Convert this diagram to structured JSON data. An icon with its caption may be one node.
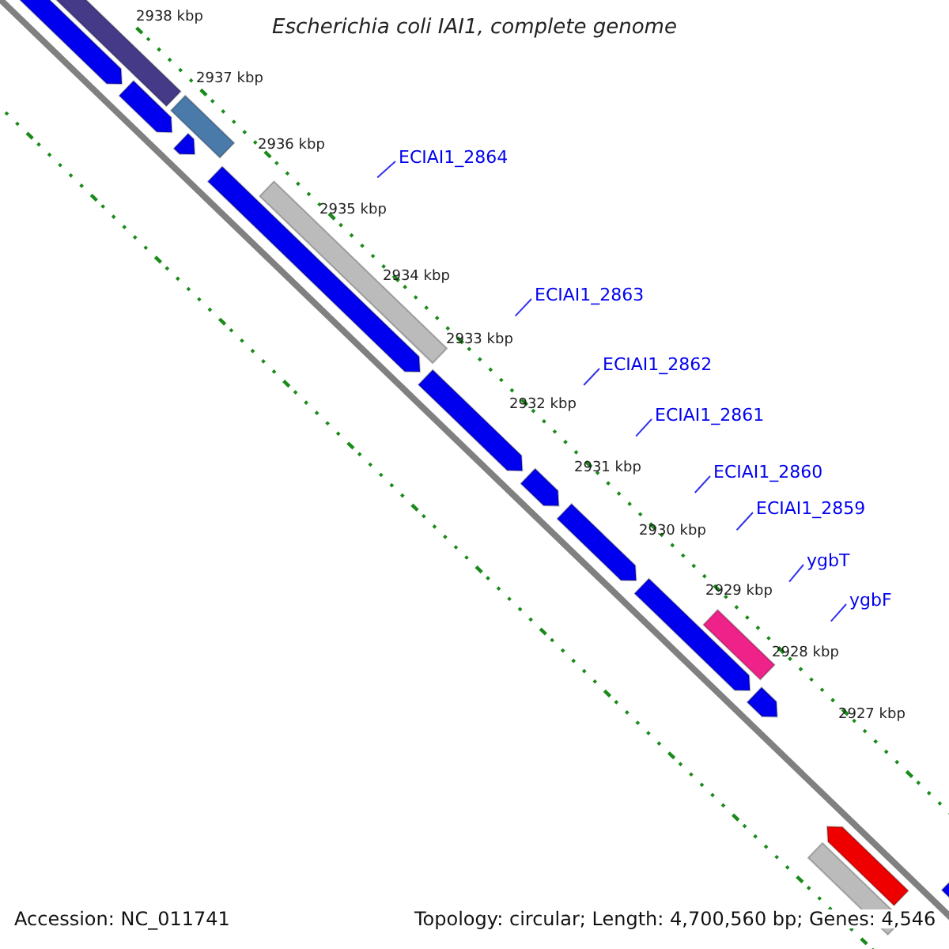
{
  "diagram": {
    "title": "Escherichia coli IAI1, complete genome",
    "nodes": [
      {
        "text": [
          "ECIAI1_2864"
        ]
      },
      {
        "text": [
          "ECIAI1_2863"
        ]
      },
      {
        "text": [
          "ECIAI1_2862"
        ]
      },
      {
        "text": [
          "ECIAI1_2861"
        ]
      },
      {
        "text": [
          "ECIAI1_2860"
        ]
      },
      {
        "text": [
          "ECIAI1_2859"
        ]
      },
      {
        "text": [
          "ygbT"
        ]
      },
      {
        "text": [
          "ygbF"
        ]
      }
    ],
    "edges": [
      {
        "from": 0,
        "to": null,
        "arrow": "none"
      },
      {
        "from": 1,
        "to": null,
        "arrow": "none"
      },
      {
        "from": 2,
        "to": null,
        "arrow": "none"
      },
      {
        "from": 3,
        "to": null,
        "arrow": "none"
      },
      {
        "from": 4,
        "to": null,
        "arrow": "none"
      },
      {
        "from": 5,
        "to": null,
        "arrow": "none"
      },
      {
        "from": 6,
        "to": null,
        "arrow": "none"
      },
      {
        "from": 7,
        "to": null,
        "arrow": "none"
      }
    ],
    "labels": [
      "2938 kbp",
      "2937 kbp",
      "2936 kbp",
      "2935 kbp",
      "2934 kbp",
      "2933 kbp",
      "2932 kbp",
      "2931 kbp",
      "2930 kbp",
      "2929 kbp",
      "2928 kbp",
      "2927 kbp",
      "Accession: NC_011741",
      "Topology: circular; Length: 4,700,560 bp; Genes: 4,546"
    ]
  }
}
